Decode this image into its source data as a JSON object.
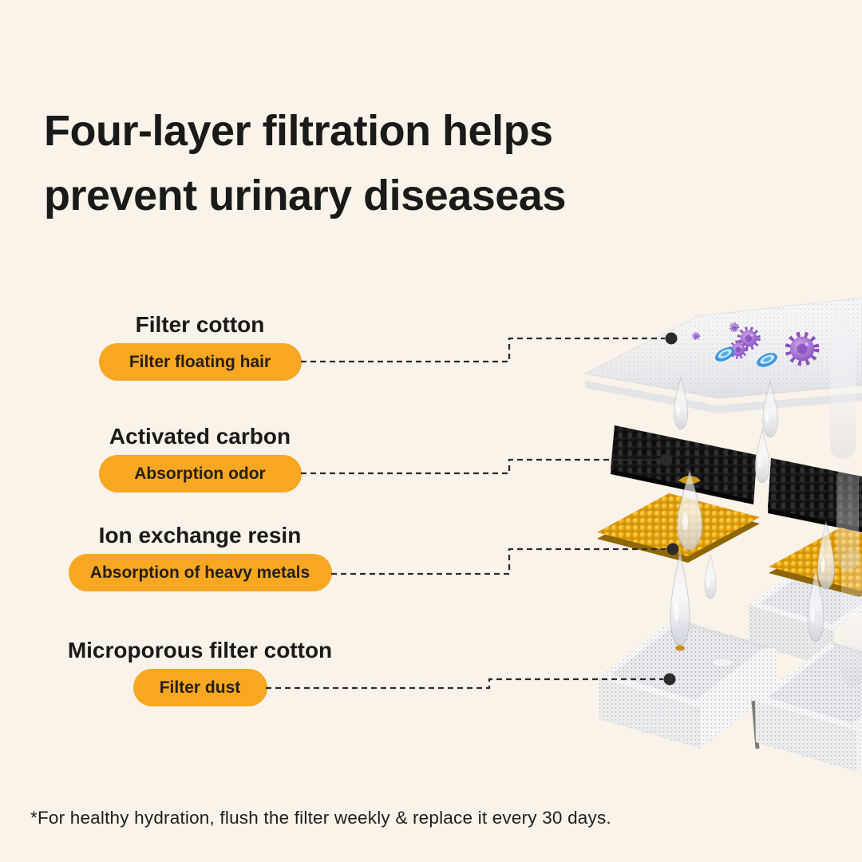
{
  "title": {
    "line1": "Four-layer filtration helps",
    "line2": "prevent urinary diseaseas"
  },
  "callouts": [
    {
      "title": "Filter cotton",
      "tag": "Filter floating hair"
    },
    {
      "title": "Activated carbon",
      "tag": "Absorption odor"
    },
    {
      "title": "Ion exchange resin",
      "tag": "Absorption of heavy metals"
    },
    {
      "title": "Microporous filter cotton",
      "tag": "Filter dust"
    }
  ],
  "footnote": "*For healthy hydration, flush the filter weekly & replace it every 30 days.",
  "colors": {
    "background": "#F9F3E9",
    "heading_text": "#1A1A1A",
    "footnote_text": "#1E1E1E",
    "pill": "#F7A722",
    "pill_text": "#261F15",
    "connector": "#2B2B2B",
    "carbon_black": "#191919",
    "resin_gold": "#D29407",
    "virus_purple": "#9A63C9",
    "germ_blue": "#3E97DE"
  },
  "icons": {
    "virus": "virus-icon",
    "bacteria": "bacteria-icon",
    "water_drop": "water-drop-icon"
  }
}
